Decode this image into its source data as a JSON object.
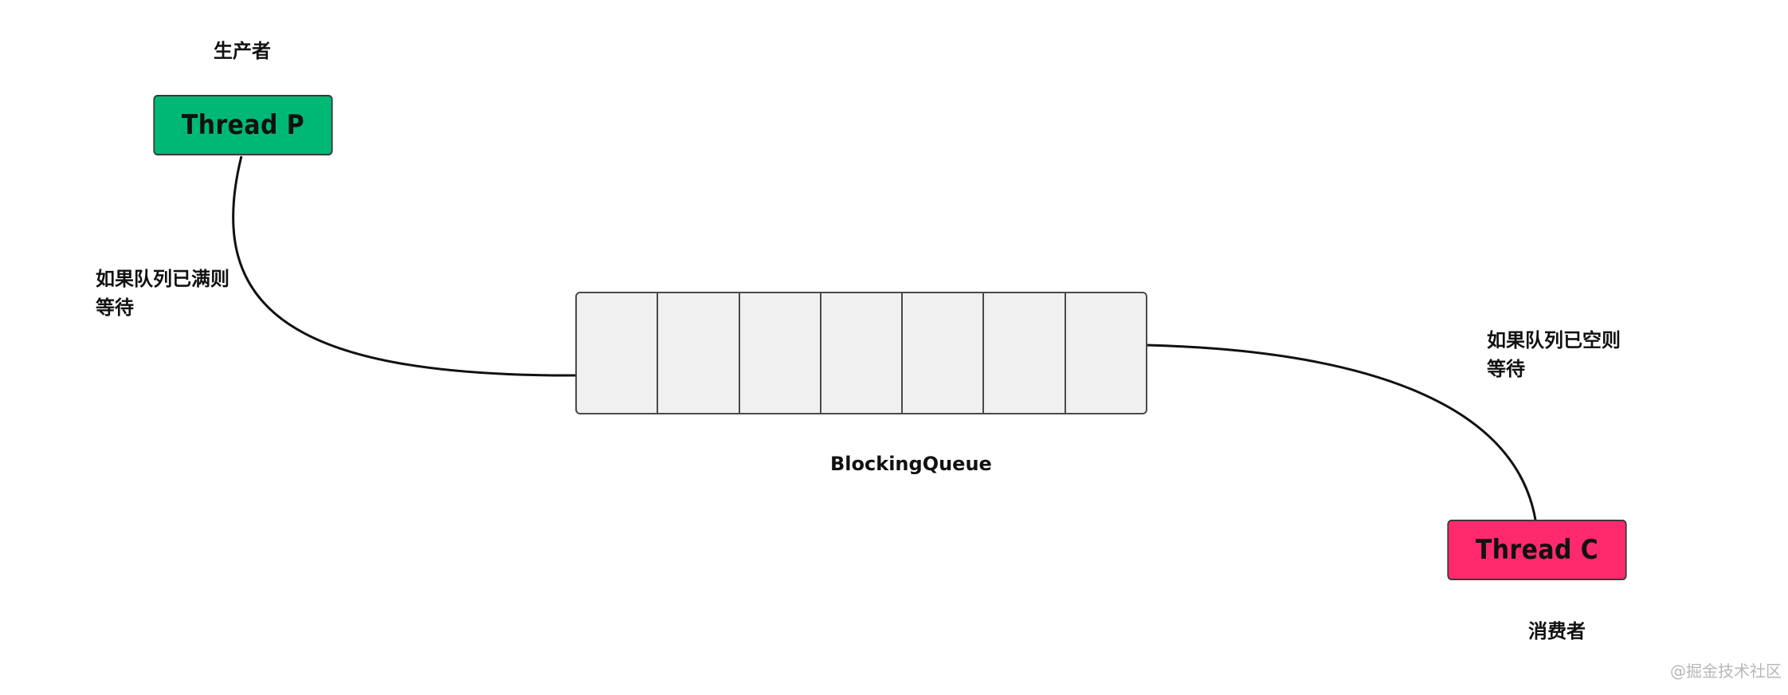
{
  "producer": {
    "caption": "生产者",
    "thread_label": "Thread P",
    "color": "#00b876",
    "wait_note_line1": "如果队列已满则",
    "wait_note_line2": "等待"
  },
  "consumer": {
    "caption": "消费者",
    "thread_label": "Thread C",
    "color": "#ff2a6d",
    "wait_note_line1": "如果队列已空则",
    "wait_note_line2": "等待"
  },
  "queue": {
    "label": "BlockingQueue",
    "slot_count": 7,
    "fill_color": "#f0f0f0"
  },
  "watermark": "@掘金技术社区"
}
